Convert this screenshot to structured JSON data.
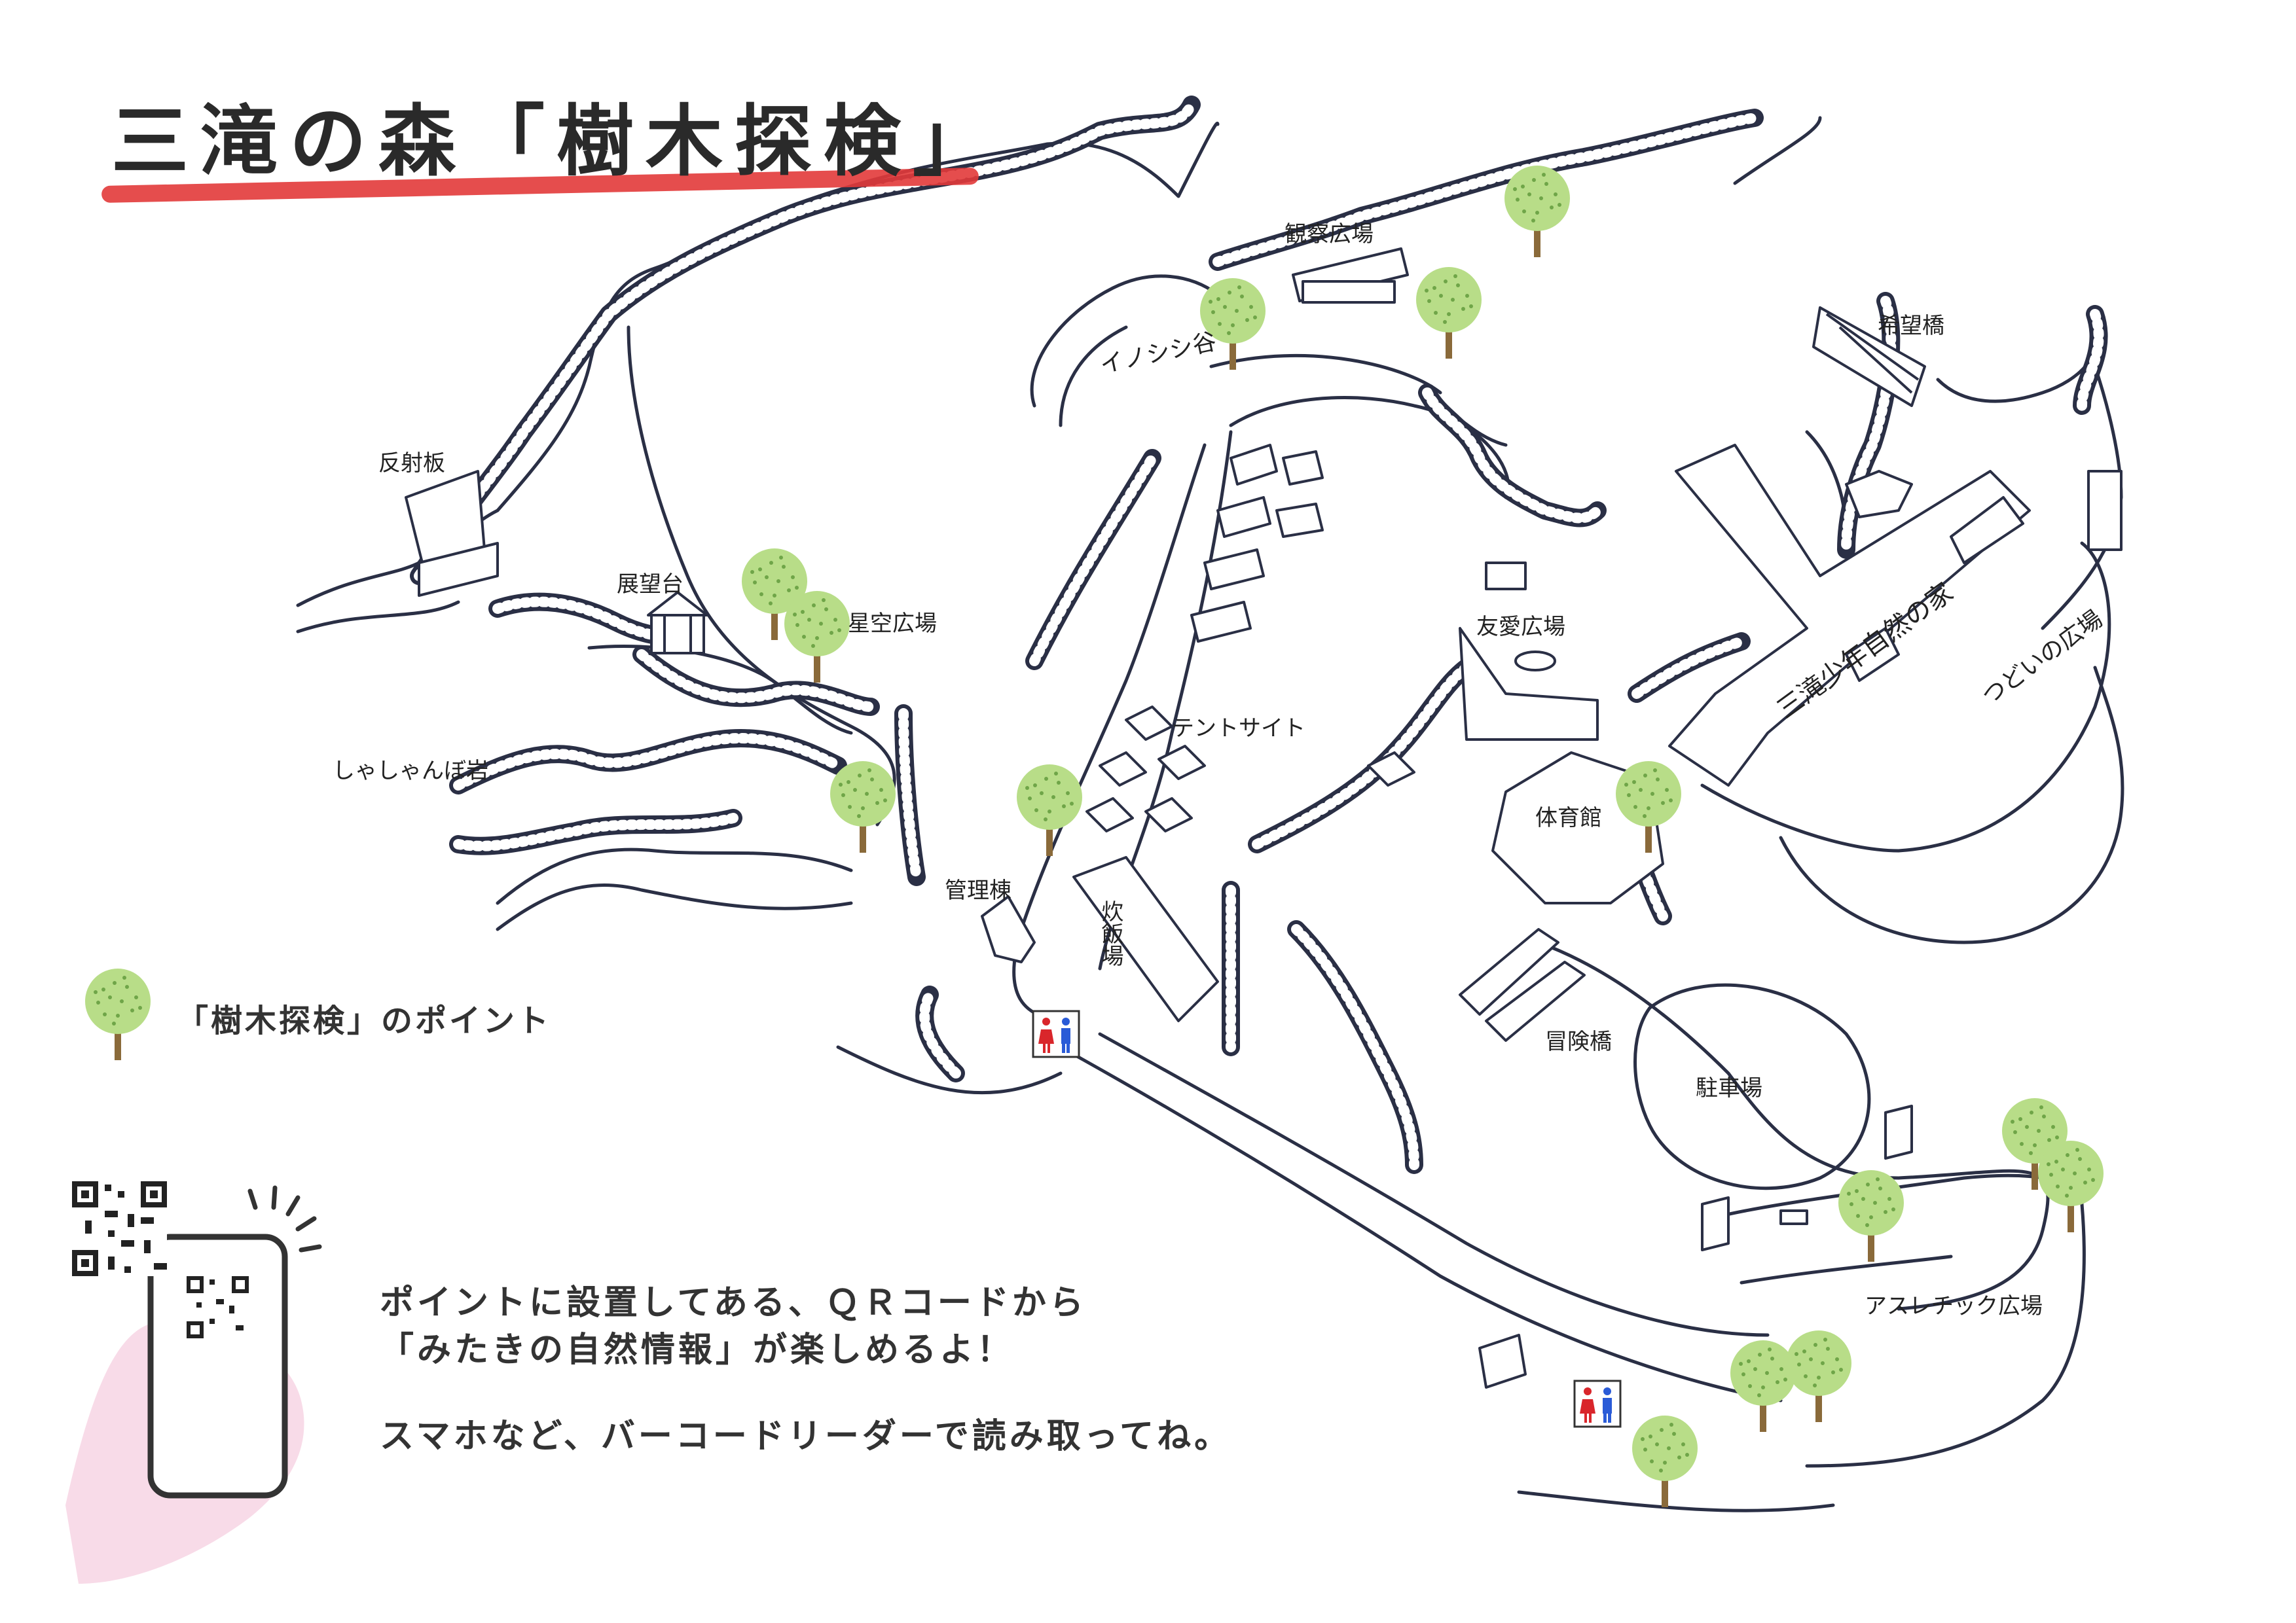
{
  "title": "三滝の森「樹木探検」",
  "colors": {
    "tree_leaf": "#b8dd88",
    "tree_dots": "#6fa548",
    "tree_trunk": "#8a6a3a",
    "title_underline": "#e23a3a",
    "path_stroke": "#2a2f45",
    "toilet_male": "#2a5bd7",
    "toilet_female": "#d9262b",
    "hand_pink": "#f8dbe8"
  },
  "places": {
    "hanshaban": "反射板",
    "tenbodai": "展望台",
    "seiku_hiroba": "星空広場",
    "shashanbo_iwa": "しゃしゃんぼ岩",
    "inoshishi_dani": "イノシシ谷",
    "kansatsu_hiroba": "観察広場",
    "kibo_bashi": "希望橋",
    "yuai_hiroba": "友愛広場",
    "nature_house": "三滝少年自然の家",
    "tsudoi_hiroba": "つどいの広場",
    "tent_site": "テントサイト",
    "kanri_to": "管理棟",
    "suihan_jo": "炊飯場",
    "taiikukan": "体育館",
    "boken_bashi": "冒険橋",
    "chushajo": "駐車場",
    "athletic_hiroba": "アスレチック広場"
  },
  "legend": {
    "icon": "tree-icon",
    "label": "「樹木探検」のポイント"
  },
  "info": {
    "line1": "ポイントに設置してある、ＱＲコードから",
    "line2": "「みたきの自然情報」が楽しめるよ！",
    "line3": "スマホなど、バーコードリーダーで読み取ってね。"
  },
  "icons": [
    "tree-icon",
    "toilet-icon",
    "qr-code-icon",
    "smartphone-icon",
    "hand-icon",
    "gazebo-icon",
    "bridge-icon",
    "tent-icon"
  ]
}
